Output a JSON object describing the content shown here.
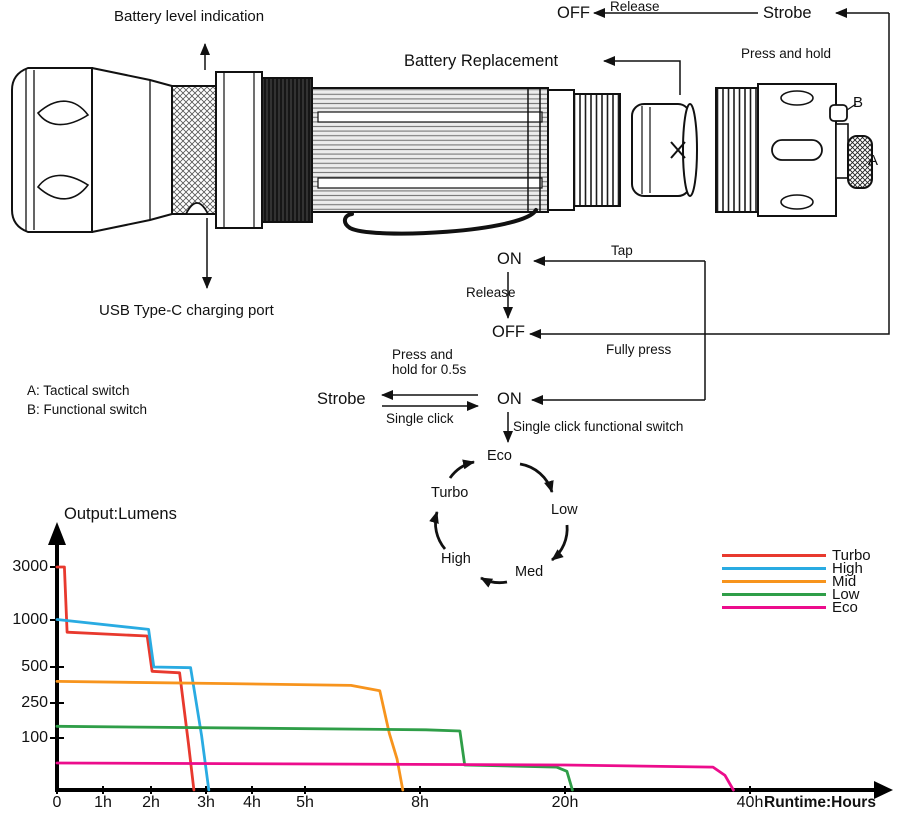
{
  "annotations": {
    "battery_level": "Battery level indication",
    "usb_port": "USB Type-C charging port",
    "battery_replacement": "Battery Replacement",
    "press_and_hold": "Press and hold",
    "switch_a_letter": "A",
    "switch_b_letter": "B",
    "switch_a_legend": "A: Tactical switch",
    "switch_b_legend": "B: Functional switch"
  },
  "state_diagram": {
    "off_top": "OFF",
    "release_top": "Release",
    "strobe_top": "Strobe",
    "on_momentary": "ON",
    "tap": "Tap",
    "release_mid": "Release",
    "off_mid": "OFF",
    "fully_press": "Fully press",
    "press_hold_line1": "Press and",
    "press_hold_line2": "hold for 0.5s",
    "strobe_mid": "Strobe",
    "single_click": "Single click",
    "on_constant": "ON",
    "single_click_functional": "Single click functional switch",
    "modes": {
      "eco": "Eco",
      "low": "Low",
      "med": "Med",
      "high": "High",
      "turbo": "Turbo"
    }
  },
  "chart_data": {
    "type": "line",
    "title": "Output:Lumens",
    "ylabel": "Output:Lumens",
    "xlabel": "Runtime:Hours",
    "grid": false,
    "legend_position": "top-right",
    "xlim": [
      0,
      44
    ],
    "ylim": [
      0,
      3200
    ],
    "x_ticks": [
      {
        "label": "0",
        "value": 0
      },
      {
        "label": "1h",
        "value": 1
      },
      {
        "label": "2h",
        "value": 2
      },
      {
        "label": "3h",
        "value": 3
      },
      {
        "label": "4h",
        "value": 4
      },
      {
        "label": "5h",
        "value": 5
      },
      {
        "label": "8h",
        "value": 8
      },
      {
        "label": "20h",
        "value": 20
      },
      {
        "label": "40h",
        "value": 40
      }
    ],
    "y_ticks": [
      {
        "label": "100",
        "value": 100
      },
      {
        "label": "250",
        "value": 250
      },
      {
        "label": "500",
        "value": 500
      },
      {
        "label": "1000",
        "value": 1000
      },
      {
        "label": "3000",
        "value": 3000
      }
    ],
    "series": [
      {
        "name": "Turbo",
        "color": "#e8392e",
        "points": [
          [
            0,
            3000
          ],
          [
            0.16,
            3000
          ],
          [
            0.22,
            870
          ],
          [
            1.92,
            830
          ],
          [
            2.02,
            470
          ],
          [
            2.52,
            460
          ],
          [
            2.68,
            90
          ],
          [
            2.78,
            0
          ]
        ]
      },
      {
        "name": "High",
        "color": "#29abe2",
        "points": [
          [
            0,
            1020
          ],
          [
            1.95,
            900
          ],
          [
            2.05,
            500
          ],
          [
            2.72,
            495
          ],
          [
            2.92,
            110
          ],
          [
            3.06,
            0
          ]
        ]
      },
      {
        "name": "Mid",
        "color": "#f7941d",
        "points": [
          [
            0,
            400
          ],
          [
            3.5,
            385
          ],
          [
            6.2,
            372
          ],
          [
            6.95,
            335
          ],
          [
            7.2,
            120
          ],
          [
            7.4,
            60
          ],
          [
            7.55,
            0
          ]
        ]
      },
      {
        "name": "Low",
        "color": "#2f9e48",
        "points": [
          [
            0,
            150
          ],
          [
            8.5,
            135
          ],
          [
            11.3,
            130
          ],
          [
            11.7,
            48
          ],
          [
            19.3,
            44
          ],
          [
            20.2,
            36
          ],
          [
            20.8,
            0
          ]
        ]
      },
      {
        "name": "Eco",
        "color": "#ec0c8c",
        "points": [
          [
            0,
            52
          ],
          [
            20,
            48
          ],
          [
            36,
            44
          ],
          [
            37.3,
            28
          ],
          [
            38.2,
            0
          ]
        ]
      }
    ]
  }
}
